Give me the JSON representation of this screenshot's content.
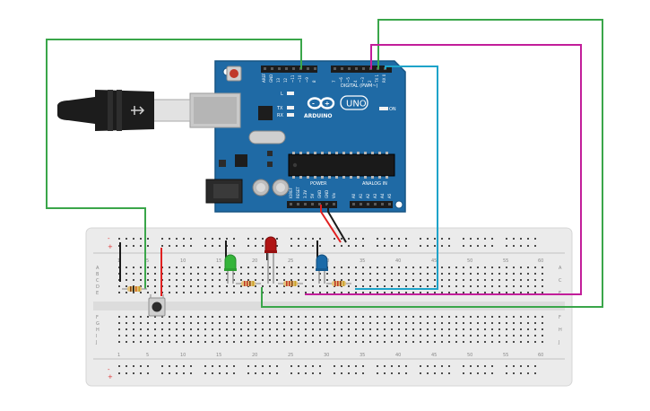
{
  "arduino": {
    "brand": "ARDUINO",
    "model": "UNO",
    "digital_label": "DIGITAL (PWM~)",
    "power_label": "POWER",
    "analog_label": "ANALOG IN",
    "on_label": "ON",
    "l_label": "L",
    "tx_label": "TX",
    "rx_label": "RX",
    "left_header": [
      "AREF",
      "GND",
      "13",
      "12",
      "~11",
      "~10",
      "~9",
      "8"
    ],
    "right_header": [
      "7",
      "~6",
      "~5",
      "4",
      "~3",
      "2",
      "TX 1",
      "RX 0"
    ],
    "power_pins": [
      "IOREF",
      "RESET",
      "3.3V",
      "5V",
      "GND",
      "GND",
      "Vin"
    ],
    "analog_pins": [
      "A0",
      "A1",
      "A2",
      "A3",
      "A4",
      "A5"
    ]
  },
  "breadboard": {
    "column_numbers": [
      "1",
      "5",
      "10",
      "15",
      "20",
      "25",
      "30",
      "35",
      "40",
      "45",
      "50",
      "55",
      "60"
    ],
    "row_letters_top": [
      "A",
      "B",
      "C",
      "D",
      "E"
    ],
    "row_letters_bottom": [
      "F",
      "G",
      "H",
      "I",
      "J"
    ],
    "rail_minus": "-",
    "rail_plus": "+"
  },
  "components": {
    "leds": [
      "green-led",
      "red-led",
      "blue-led"
    ],
    "resistors": 4,
    "pushbutton": 1
  },
  "colors": {
    "board": "#1f6aa5",
    "board_dark": "#165484",
    "breadboard": "#e9e9e9",
    "wire_green": "#3aa64a",
    "wire_magenta": "#c21e9a",
    "wire_cyan": "#1ea3c9",
    "wire_red": "#e02020",
    "wire_black": "#1a1a1a",
    "led_green": "#35b53a",
    "led_red": "#b01515",
    "led_blue": "#1a6aa8"
  }
}
